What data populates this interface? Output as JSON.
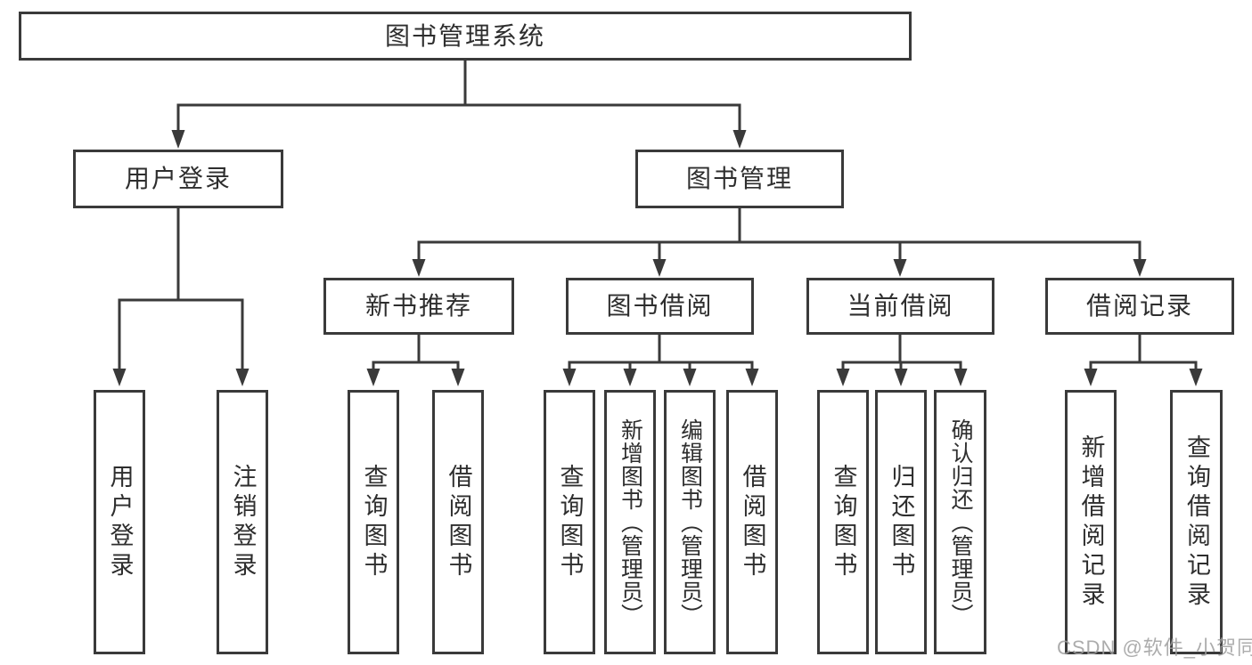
{
  "tree": {
    "label": "图书管理系统",
    "children": [
      {
        "label": "用户登录",
        "children": [
          {
            "label": "用户登录"
          },
          {
            "label": "注销登录"
          }
        ]
      },
      {
        "label": "图书管理",
        "children": [
          {
            "label": "新书推荐",
            "children": [
              {
                "label": "查询图书"
              },
              {
                "label": "借阅图书"
              }
            ]
          },
          {
            "label": "图书借阅",
            "children": [
              {
                "label": "查询图书"
              },
              {
                "label": "新增图书（管理员）"
              },
              {
                "label": "编辑图书（管理员）"
              },
              {
                "label": "借阅图书"
              }
            ]
          },
          {
            "label": "当前借阅",
            "children": [
              {
                "label": "查询图书"
              },
              {
                "label": "归还图书"
              },
              {
                "label": "确认归还（管理员）"
              }
            ]
          },
          {
            "label": "借阅记录",
            "children": [
              {
                "label": "新增借阅记录"
              },
              {
                "label": "查询借阅记录"
              }
            ]
          }
        ]
      }
    ]
  },
  "watermark": {
    "text": "CSDN @软件_小贺同学"
  },
  "colors": {
    "line": "#3a3a3a",
    "text": "#2e2e2e",
    "background": "#ffffff",
    "watermark": "#9e9e9e"
  }
}
